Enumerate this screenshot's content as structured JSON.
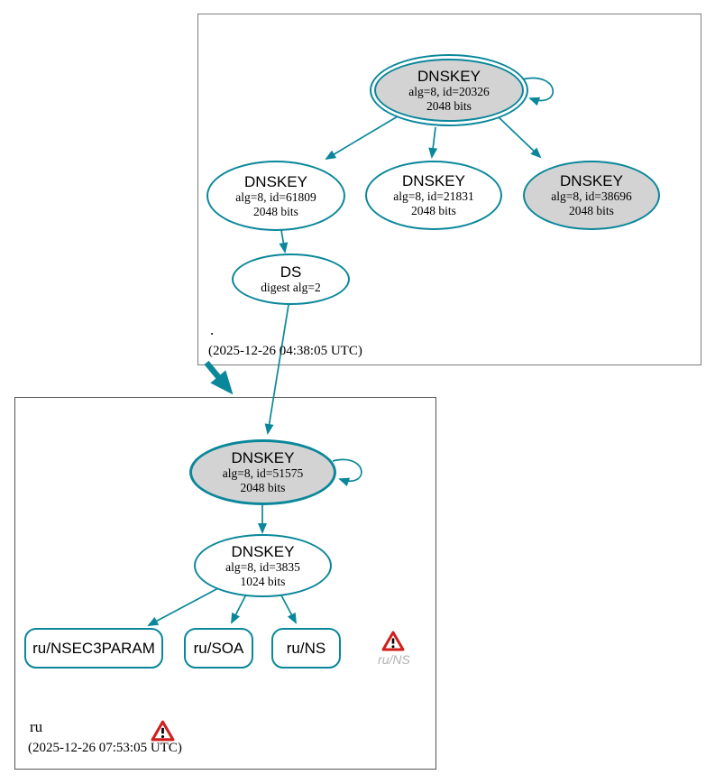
{
  "colors": {
    "secure_teal": "#0a879a",
    "node_fill_gray": "#d3d3d3",
    "warning_red": "#d01f1f"
  },
  "zones": {
    "root": {
      "name": ".",
      "timestamp": "(2025-12-26 04:38:05 UTC)",
      "nodes": {
        "ksk": {
          "title": "DNSKEY",
          "line1": "alg=8, id=20326",
          "line2": "2048 bits"
        },
        "zsk1": {
          "title": "DNSKEY",
          "line1": "alg=8, id=61809",
          "line2": "2048 bits"
        },
        "zsk2": {
          "title": "DNSKEY",
          "line1": "alg=8, id=21831",
          "line2": "2048 bits"
        },
        "zsk3": {
          "title": "DNSKEY",
          "line1": "alg=8, id=38696",
          "line2": "2048 bits"
        },
        "ds": {
          "title": "DS",
          "line1": "digest alg=2"
        }
      }
    },
    "ru": {
      "name": "ru",
      "timestamp": "(2025-12-26 07:53:05 UTC)",
      "nodes": {
        "ksk": {
          "title": "DNSKEY",
          "line1": "alg=8, id=51575",
          "line2": "2048 bits"
        },
        "zsk": {
          "title": "DNSKEY",
          "line1": "alg=8, id=3835",
          "line2": "1024 bits"
        },
        "nsec3param": {
          "label": "ru/NSEC3PARAM"
        },
        "soa": {
          "label": "ru/SOA"
        },
        "ns": {
          "label": "ru/NS"
        }
      },
      "warning_label": "ru/NS"
    }
  }
}
